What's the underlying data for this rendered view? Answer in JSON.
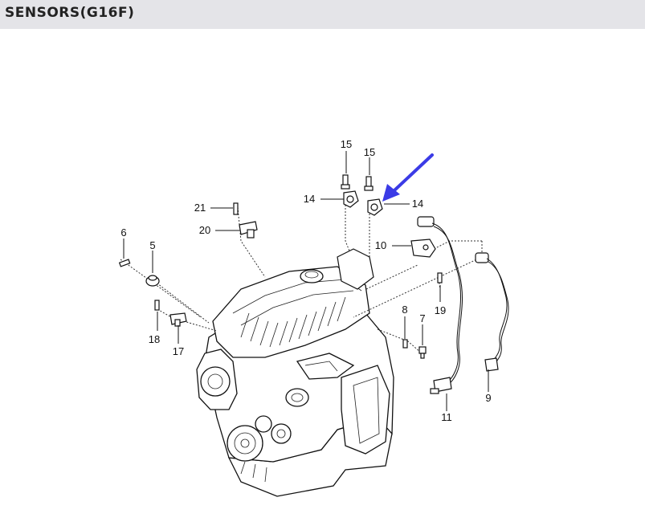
{
  "header": {
    "title": "SENSORS(G16F)"
  },
  "diagram": {
    "callouts": {
      "c15a": "15",
      "c15b": "15",
      "c14a": "14",
      "c14b": "14",
      "c21": "21",
      "c20": "20",
      "c6": "6",
      "c5": "5",
      "c10": "10",
      "c19": "19",
      "c8": "8",
      "c7": "7",
      "c18": "18",
      "c17": "17",
      "c11": "11",
      "c9": "9"
    },
    "pointer_color": "#3b3be6"
  }
}
